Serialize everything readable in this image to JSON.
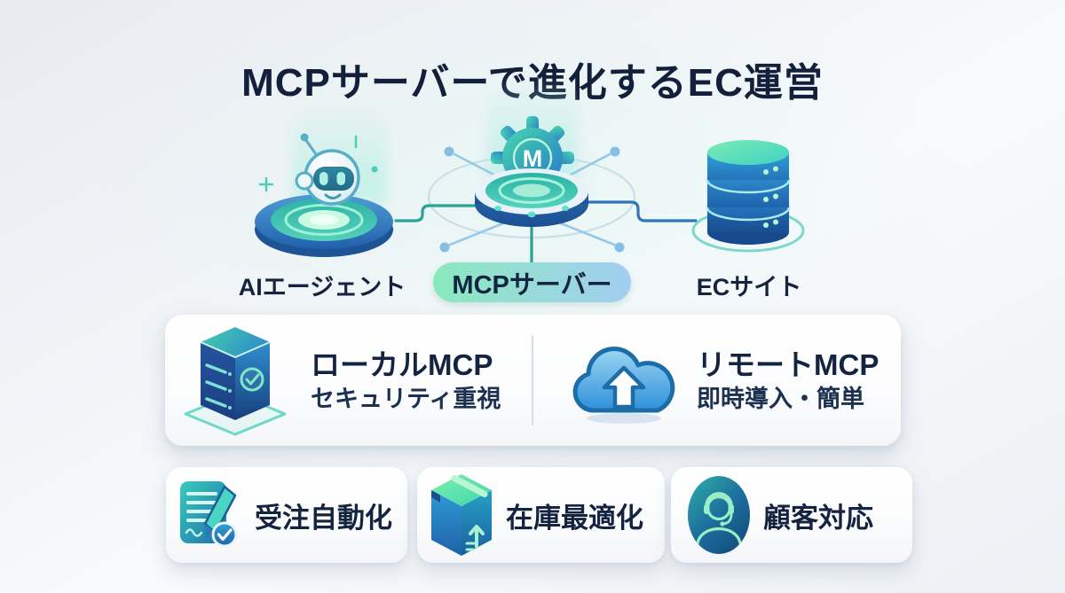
{
  "title": "MCPサーバーで進化するEC運営",
  "flow": {
    "agent": {
      "label": "AIエージェント",
      "icon": "ai-robot-icon"
    },
    "hub": {
      "label": "MCPサーバー",
      "icon": "mcp-gear-icon",
      "gear_letter": "M"
    },
    "ec": {
      "label": "ECサイト",
      "icon": "database-icon"
    }
  },
  "mcp_types": {
    "local": {
      "title": "ローカルMCP",
      "subtitle": "セキュリティ重視",
      "icon": "server-tower-icon"
    },
    "remote": {
      "title": "リモートMCP",
      "subtitle": "即時導入・簡単",
      "icon": "cloud-upload-icon"
    }
  },
  "features": [
    {
      "label": "受注自動化",
      "icon": "order-document-icon"
    },
    {
      "label": "在庫最適化",
      "icon": "inventory-box-icon"
    },
    {
      "label": "顧客対応",
      "icon": "customer-support-icon"
    }
  ],
  "colors": {
    "title_text": "#13203c",
    "accent_teal": "#2aa296",
    "accent_blue": "#2e76b8",
    "pill_gradient_start": "#8ae9bd",
    "pill_gradient_end": "#a2cdf0",
    "card_background": "#ffffff",
    "page_background": "#eef1f5"
  }
}
